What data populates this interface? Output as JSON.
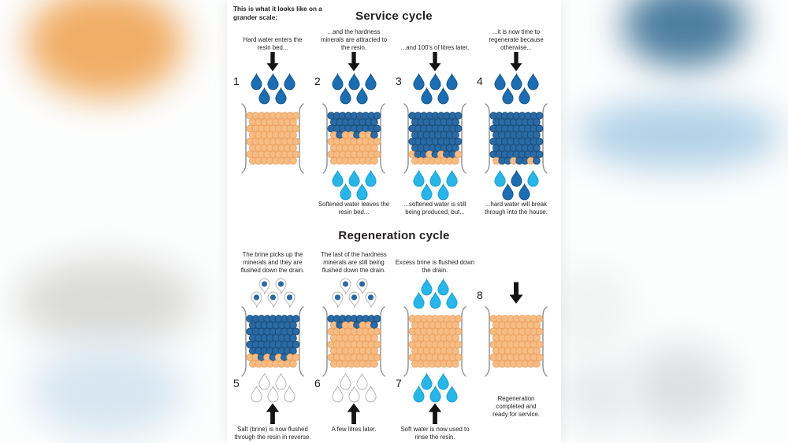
{
  "intro_lines": [
    "This is what it looks like on a",
    "grander scale:"
  ],
  "service": {
    "title": "Service cycle",
    "stages": [
      {
        "number": "1",
        "number_pos": "top",
        "top_caption_lines": [
          "Hard water enters the",
          "resin bed..."
        ],
        "top_arrow": true,
        "top_drops": {
          "shape": "drop",
          "rows": [
            "ddd",
            "dd"
          ]
        },
        "beads": [
          "ooooooooo",
          "oooooooo",
          "ooooooooo",
          "oooooooo",
          "ooooooooo",
          "oooooooo",
          "ooooooooo",
          "oooooooo"
        ]
      },
      {
        "number": "2",
        "number_pos": "top",
        "top_caption_lines": [
          "...and the hardness",
          "minerals are attracted to",
          "the resin."
        ],
        "top_arrow": true,
        "top_drops": {
          "shape": "drop",
          "rows": [
            "ddd",
            "dd"
          ]
        },
        "beads": [
          "bbbbbbbbb",
          "bbbbbbbb",
          "bbbbbbbbb",
          "obooboob",
          "ooooooooo",
          "oooooooo",
          "ooooooooo",
          "oooooooo"
        ],
        "bottom_drops": {
          "shape": "drop",
          "rows": [
            "ccc",
            "cc"
          ]
        },
        "bottom_caption_lines": [
          "Softened water leaves the",
          "resin bed..."
        ]
      },
      {
        "number": "3",
        "number_pos": "top",
        "top_caption_lines": [
          "...and 100's of litres later,"
        ],
        "top_arrow": true,
        "top_drops": {
          "shape": "drop",
          "rows": [
            "ddd",
            "dd"
          ]
        },
        "beads": [
          "bbbbbbbbb",
          "bbbbbbbb",
          "bbbbbbbbb",
          "bbbbbbbb",
          "bbbbbbbbb",
          "bbbbbbbb",
          "obbobobbo",
          "oooooooo"
        ],
        "bottom_drops": {
          "shape": "drop",
          "rows": [
            "ccc",
            "cc"
          ]
        },
        "bottom_caption_lines": [
          "...softened water is still",
          "being produced, but..."
        ]
      },
      {
        "number": "4",
        "number_pos": "top",
        "top_caption_lines": [
          "...it is now time to",
          "regenerate because",
          "otherwise..."
        ],
        "top_arrow": true,
        "top_drops": {
          "shape": "drop",
          "rows": [
            "ddd",
            "dd"
          ]
        },
        "beads": [
          "bbbbbbbbb",
          "bbbbbbbb",
          "bbbbbbbbb",
          "bbbbbbbb",
          "bbbbbbbbb",
          "bbbbbbbb",
          "bbbbbbbbb",
          "obbobbob"
        ],
        "bottom_drops": {
          "shape": "drop",
          "rows": [
            "cdc",
            "dd"
          ]
        },
        "bottom_caption_lines": [
          "...hard water will break",
          "through into the house."
        ]
      }
    ]
  },
  "regeneration": {
    "title": "Regeneration cycle",
    "stages": [
      {
        "number": "5",
        "number_pos": "bottom",
        "top_caption_lines": [
          "The brine picks up the",
          "minerals and they are",
          "flushed down the drain."
        ],
        "top_drops": {
          "shape": "pin",
          "rows": [
            "pp",
            "ppp"
          ]
        },
        "beads": [
          "bbbbbbbbb",
          "bbbbbbbb",
          "bbbbbbbbb",
          "bbbbbbbb",
          "bbbbbbbbb",
          "bbbbbbbb",
          "ooboboboo",
          "oooooooo"
        ],
        "bottom_drops": {
          "shape": "drop",
          "rows": [
            "ww",
            "www"
          ]
        },
        "bottom_arrow": true,
        "bottom_caption_lines": [
          "Salt (brine) is now flushed",
          "through the resin in reverse."
        ]
      },
      {
        "number": "6",
        "number_pos": "bottom",
        "top_caption_lines": [
          "The last of the hardness",
          "minerals are still being",
          "flushed down the drain."
        ],
        "top_drops": {
          "shape": "pin",
          "rows": [
            "pp",
            "ppp"
          ]
        },
        "beads": [
          "bbbbbbbbb",
          "obooboob",
          "ooooooooo",
          "oooooooo",
          "ooooooooo",
          "oooooooo",
          "ooooooooo",
          "oooooooo"
        ],
        "bottom_drops": {
          "shape": "drop",
          "rows": [
            "ww",
            "www"
          ]
        },
        "bottom_arrow": true,
        "bottom_caption_lines": [
          "A few litres later."
        ]
      },
      {
        "number": "7",
        "number_pos": "bottom",
        "top_caption_lines": [
          "Excess brine is flushed down",
          "the drain."
        ],
        "top_drops": {
          "shape": "drop",
          "rows": [
            "cc",
            "ccc"
          ]
        },
        "beads": [
          "ooooooooo",
          "oooooooo",
          "ooooooooo",
          "oooooooo",
          "ooooooooo",
          "oooooooo",
          "ooooooooo",
          "oooooooo"
        ],
        "bottom_drops": {
          "shape": "drop",
          "rows": [
            "cc",
            "ccc"
          ]
        },
        "bottom_arrow": true,
        "bottom_caption_lines": [
          "Soft water is now used to",
          "rinse the resin."
        ]
      },
      {
        "number": "8",
        "number_pos": "top",
        "top_arrow": true,
        "beads": [
          "ooooooooo",
          "oooooooo",
          "ooooooooo",
          "oooooooo",
          "ooooooooo",
          "oooooooo",
          "ooooooooo",
          "oooooooo"
        ],
        "bottom_caption_lines": [
          "Regeneration",
          "completed and",
          "ready for service."
        ]
      }
    ]
  },
  "colors": {
    "bead_orange": "#f6bc85",
    "bead_orange_stroke": "#eda15f",
    "bead_blue": "#2a6ba6",
    "bead_blue_stroke": "#194b78",
    "drop_dark": "#1c6db2",
    "drop_dark_stroke": "#155587",
    "drop_cyan": "#29b5e8",
    "drop_cyan_stroke": "#149fd4",
    "drop_outline": "#b2b2b2",
    "vessel": "#8f8f8f",
    "arrow": "#141414",
    "text": "#231f20",
    "bg_orange_blob": "#f0ae66",
    "bg_slate_blob": "#4d7e9f",
    "bg_lightblue_blob": "#b3d2e7"
  }
}
